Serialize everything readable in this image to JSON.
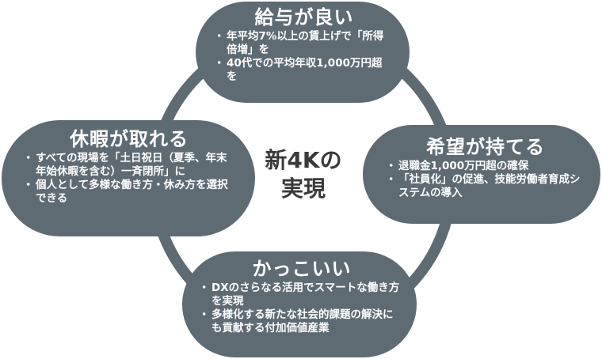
{
  "diagram": {
    "center": {
      "line1": "新4Kの",
      "line2": "実現"
    },
    "colors": {
      "pill": "#5e6b73",
      "ring": "#5e6b73",
      "center_text": "#3a3a3a"
    },
    "nodes": {
      "top": {
        "title": "給与が良い",
        "items": [
          "年平均7%以上の賃上げで「所得倍増」を",
          "40代での平均年収1,000万円超を"
        ]
      },
      "right": {
        "title": "希望が持てる",
        "items": [
          "退職金1,000万円超の確保",
          "「社員化」の促進、技能労働者育成システムの導入"
        ]
      },
      "left": {
        "title": "休暇が取れる",
        "items": [
          "すべての現場を「土日祝日（夏季、年末年始休暇を含む）一斉閉所」に",
          "個人として多様な働き方・休み方を選択できる"
        ]
      },
      "bottom": {
        "title": "かっこいい",
        "items": [
          "DXのさらなる活用でスマートな働き方を実現",
          "多様化する新たな社会的課題の解決にも貢献する付加価値産業"
        ]
      }
    }
  }
}
